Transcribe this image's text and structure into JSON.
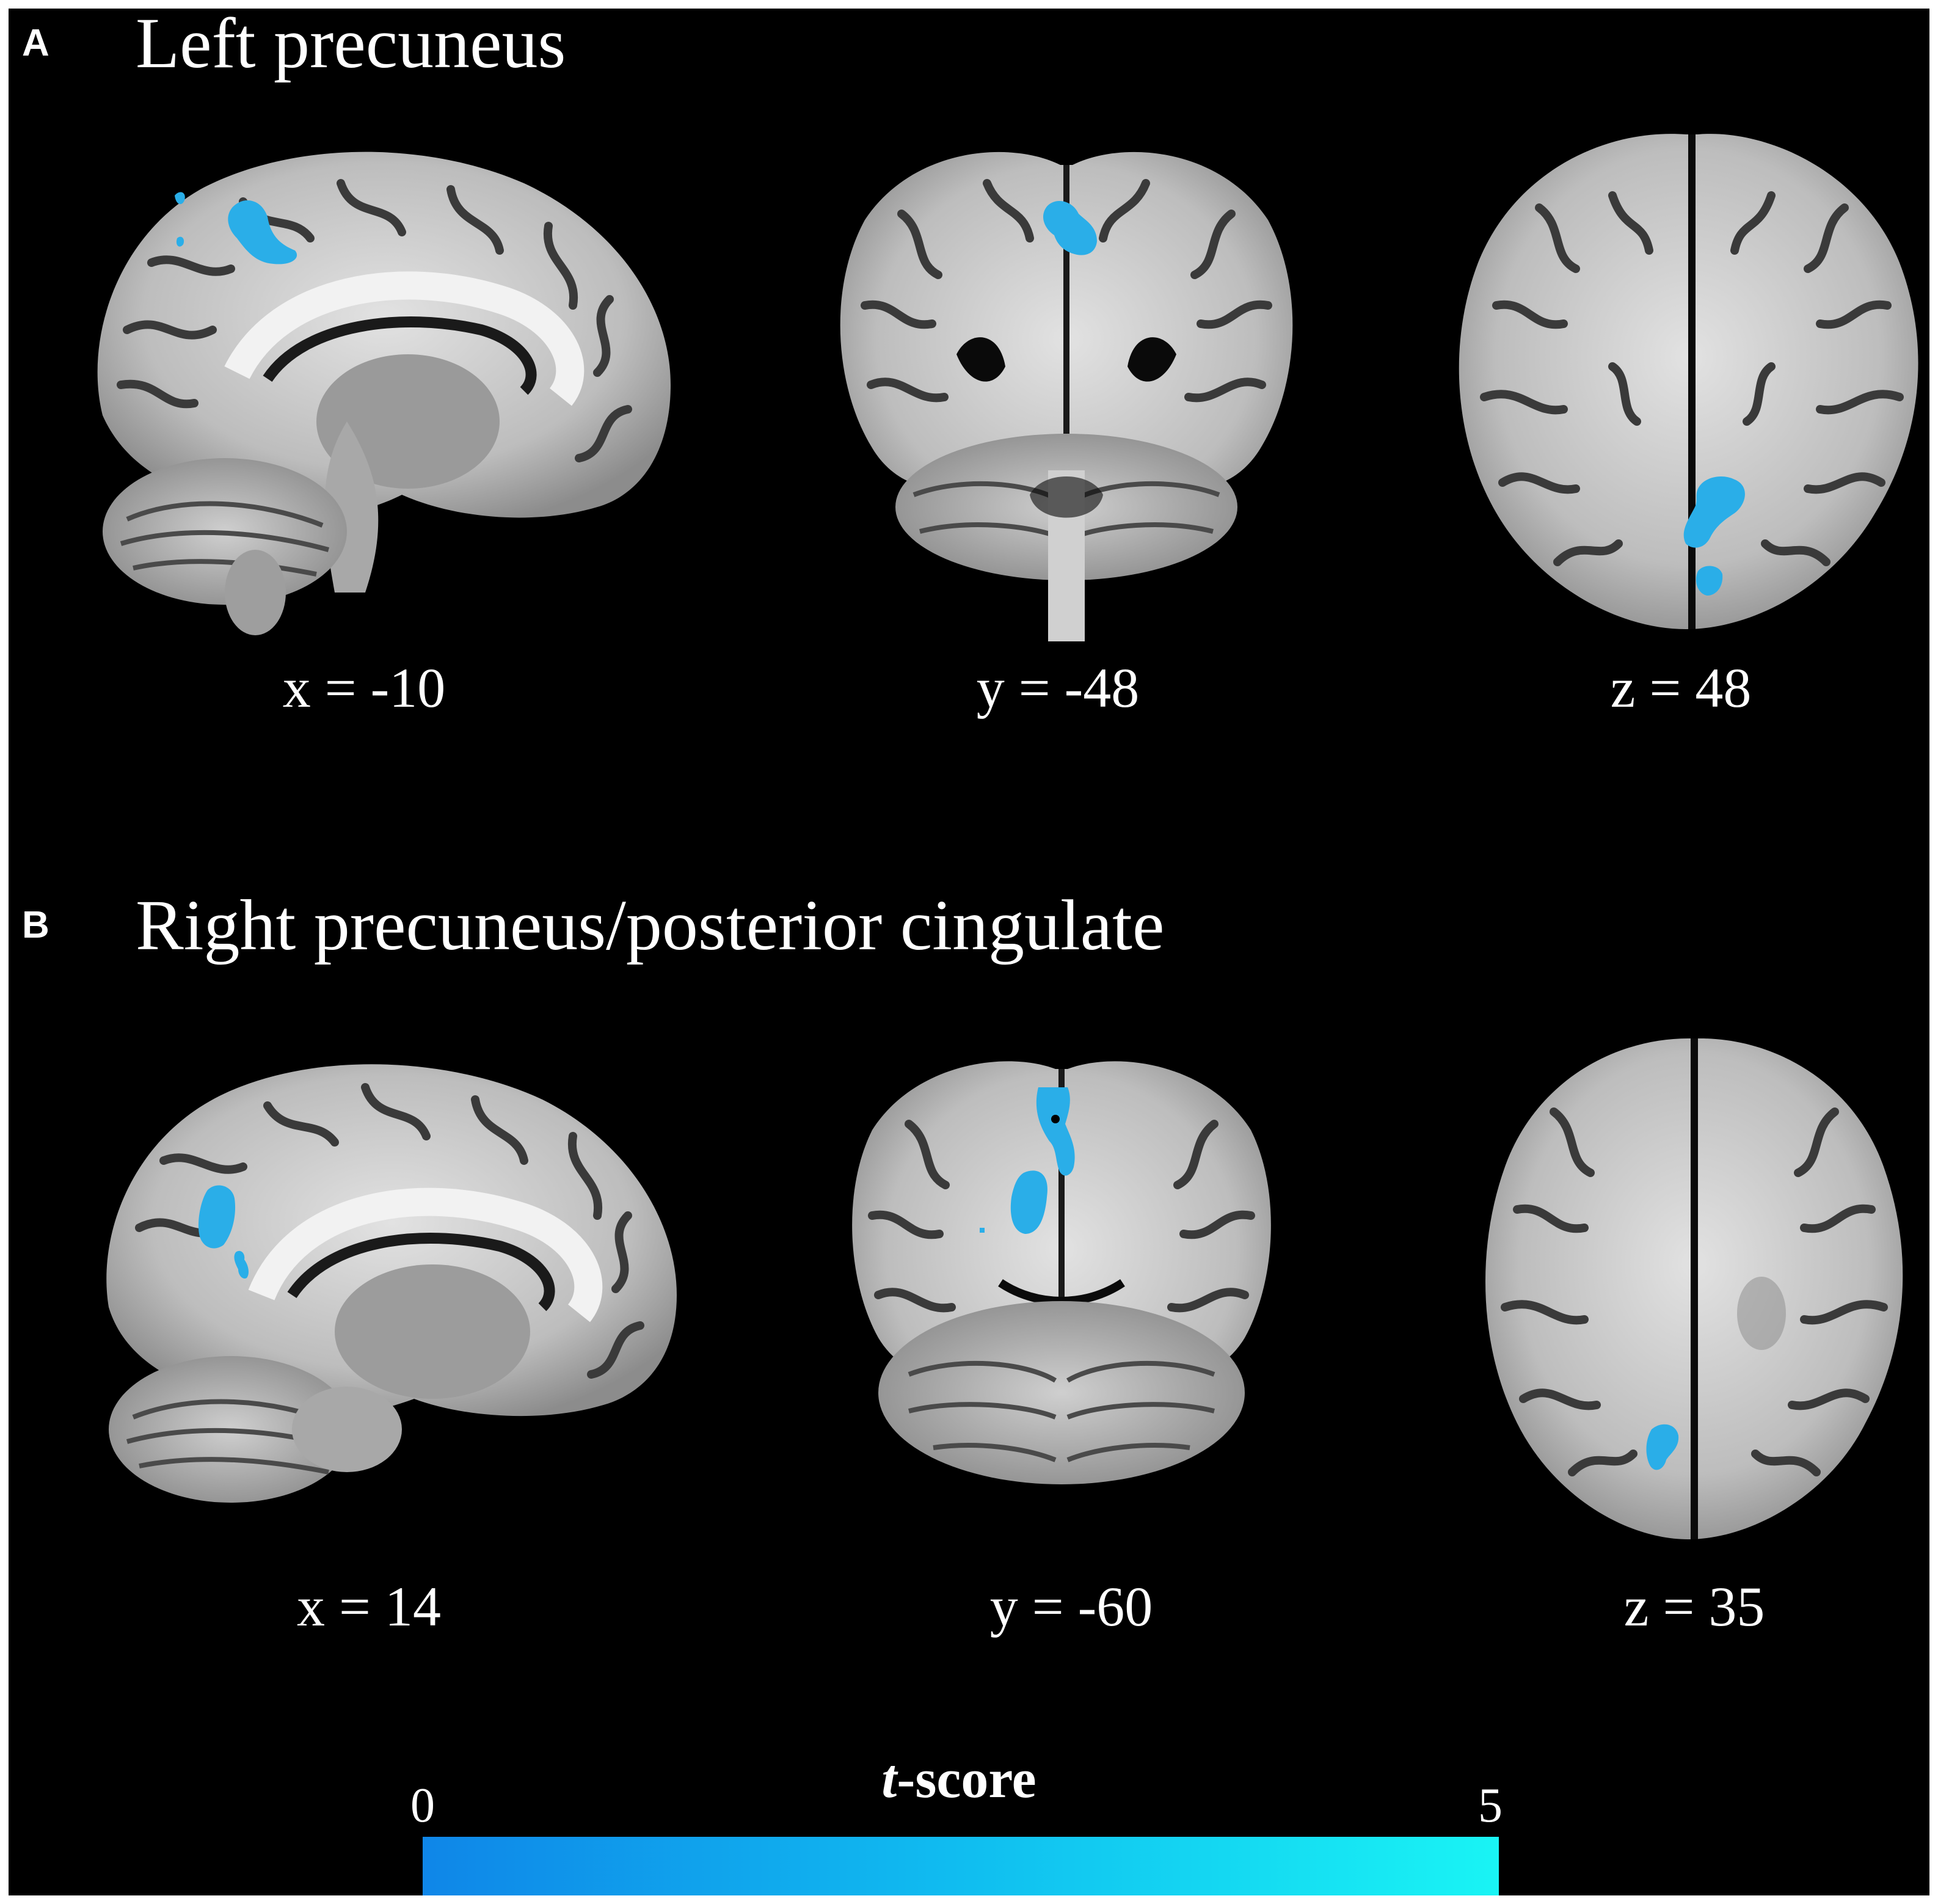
{
  "colors": {
    "background": "#000000",
    "text": "#ffffff",
    "activation": "#2aaee8",
    "colorbar_low": "#0f86e8",
    "colorbar_high": "#19f4f4",
    "brain_gray": "#b9b9b9",
    "brain_dark": "#3a3a3a"
  },
  "panels": [
    {
      "letter": "A",
      "title": "Left precuneus",
      "slices": [
        {
          "view": "sagittal",
          "coordinate": "x = -10"
        },
        {
          "view": "coronal",
          "coordinate": "y = -48"
        },
        {
          "view": "axial",
          "coordinate": "z = 48"
        }
      ]
    },
    {
      "letter": "B",
      "title": "Right precuneus/posterior cingulate",
      "slices": [
        {
          "view": "sagittal",
          "coordinate": "x = 14"
        },
        {
          "view": "coronal",
          "coordinate": "y = -60"
        },
        {
          "view": "axial",
          "coordinate": "z = 35"
        }
      ]
    }
  ],
  "colorbar": {
    "title_italic": "t",
    "title_rest": "-score",
    "min_label": "0",
    "max_label": "5"
  }
}
